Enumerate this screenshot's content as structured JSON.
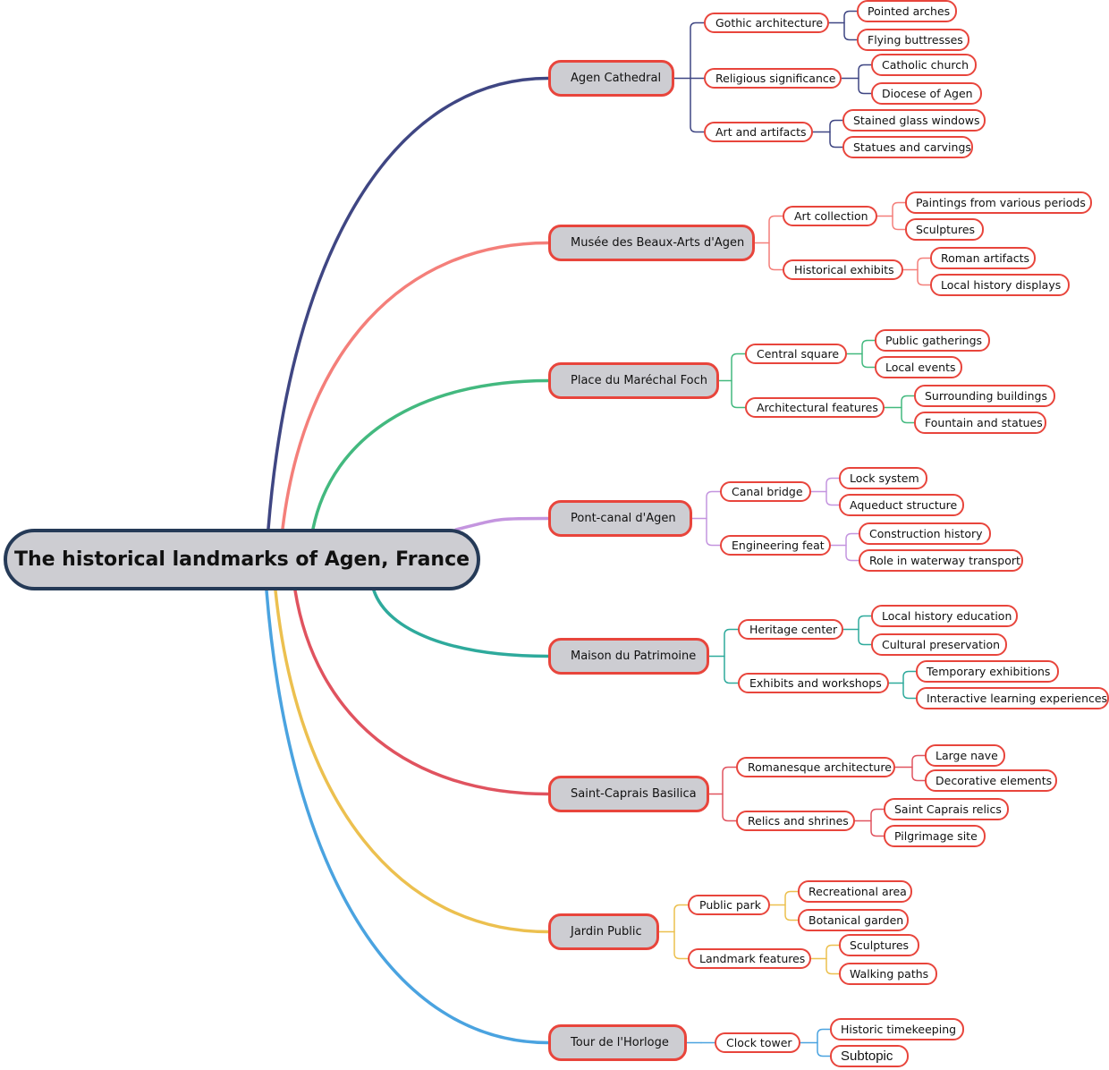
{
  "root": {
    "label": "The historical landmarks of Agen, France"
  },
  "branches": [
    {
      "label": "Agen Cathedral",
      "color": "#3f4683",
      "children": [
        {
          "label": "Gothic architecture",
          "children": [
            "Pointed arches",
            "Flying buttresses"
          ]
        },
        {
          "label": "Religious significance",
          "children": [
            "Catholic church",
            "Diocese of Agen"
          ]
        },
        {
          "label": "Art and artifacts",
          "children": [
            "Stained glass windows",
            "Statues and carvings"
          ]
        }
      ]
    },
    {
      "label": "Musée des Beaux-Arts d'Agen",
      "color": "#f47f7a",
      "children": [
        {
          "label": "Art collection",
          "children": [
            "Paintings from various periods",
            "Sculptures"
          ]
        },
        {
          "label": "Historical exhibits",
          "children": [
            "Roman artifacts",
            "Local history displays"
          ]
        }
      ]
    },
    {
      "label": "Place du Maréchal Foch",
      "color": "#43b97f",
      "children": [
        {
          "label": "Central square",
          "children": [
            "Public gatherings",
            "Local events"
          ]
        },
        {
          "label": "Architectural features",
          "children": [
            "Surrounding buildings",
            "Fountain and statues"
          ]
        }
      ]
    },
    {
      "label": "Pont-canal d'Agen",
      "color": "#c495df",
      "children": [
        {
          "label": "Canal bridge",
          "children": [
            "Lock system",
            "Aqueduct structure"
          ]
        },
        {
          "label": "Engineering feat",
          "children": [
            "Construction history",
            "Role in waterway transport"
          ]
        }
      ]
    },
    {
      "label": "Maison du Patrimoine",
      "color": "#2eaa9c",
      "children": [
        {
          "label": "Heritage center",
          "children": [
            "Local history education",
            "Cultural preservation"
          ]
        },
        {
          "label": "Exhibits and workshops",
          "children": [
            "Temporary exhibitions",
            "Interactive learning experiences"
          ]
        }
      ]
    },
    {
      "label": "Saint-Caprais Basilica",
      "color": "#e0535f",
      "children": [
        {
          "label": "Romanesque architecture",
          "children": [
            "Large nave",
            "Decorative elements"
          ]
        },
        {
          "label": "Relics and shrines",
          "children": [
            "Saint Caprais relics",
            "Pilgrimage site"
          ]
        }
      ]
    },
    {
      "label": "Jardin Public",
      "color": "#ecc04f",
      "children": [
        {
          "label": "Public park",
          "children": [
            "Recreational area",
            "Botanical garden"
          ]
        },
        {
          "label": "Landmark features",
          "children": [
            "Sculptures",
            "Walking paths"
          ]
        }
      ]
    },
    {
      "label": "Tour de l'Horloge",
      "color": "#4aa3e0",
      "children": [
        {
          "label": "Clock tower",
          "children": [
            "Historic timekeeping",
            "Subtopic"
          ]
        }
      ]
    }
  ]
}
